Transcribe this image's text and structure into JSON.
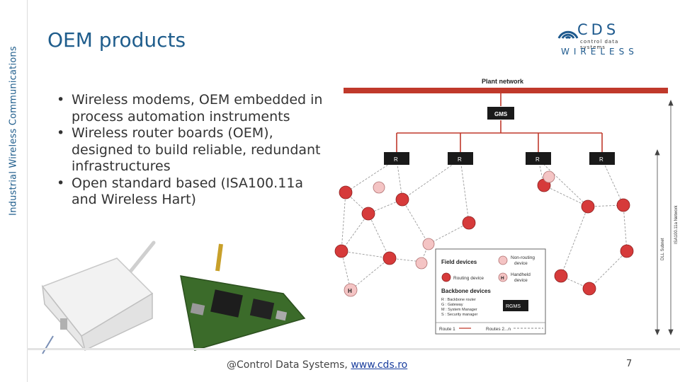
{
  "slide": {
    "side_label": "Industrial Wireless Communications",
    "title": "OEM products",
    "page_number": "7"
  },
  "logo": {
    "brand": "CDS",
    "subtitle": "control data systems",
    "wireless": "WIRELESS",
    "color": "#1e5a8e"
  },
  "bullets": [
    "Wireless modems, OEM embedded in process automation instruments",
    "Wireless router boards (OEM), designed to build reliable, redundant infrastructures",
    "Open standard based (ISA100.11a and Wireless Hart)"
  ],
  "diagram": {
    "plant_network": "Plant network",
    "gms": "GMS",
    "router": "R",
    "handheld": "H",
    "legend": {
      "field_devices": "Field devices",
      "non_routing_1": "Non-routing",
      "non_routing_2": "device",
      "routing_device": "Routing device",
      "handheld_1": "Handheld",
      "handheld_2": "device",
      "backbone_devices": "Backbone devices",
      "codes": [
        "R : Backbone router",
        "G : Gateway",
        "M : System Manager",
        "S : Security manager"
      ],
      "rgms": "RGMS",
      "route1": "Route 1",
      "route2": "Routes 2...n"
    },
    "side_labels": {
      "isa": "ISA100.11a Network",
      "dll": "DLL Subnet"
    }
  },
  "footer": {
    "prefix": "@Control Data Systems, ",
    "link": "www.cds.ro"
  }
}
